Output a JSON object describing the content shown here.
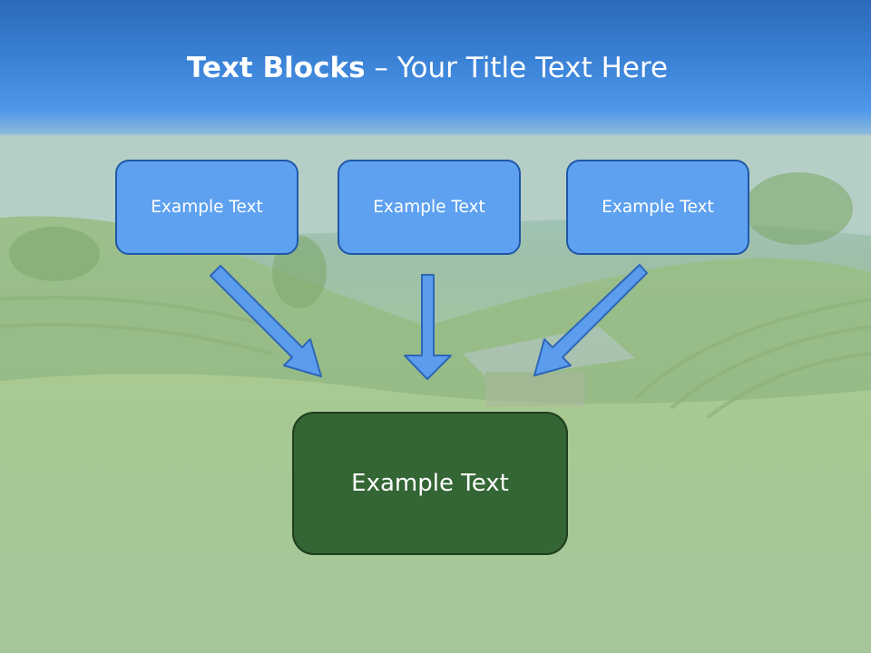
{
  "title": {
    "bold": "Text Blocks",
    "dash": "–",
    "rest": "Your Title Text Here"
  },
  "blocks": [
    {
      "label": "Example Text"
    },
    {
      "label": "Example Text"
    },
    {
      "label": "Example Text"
    }
  ],
  "target": {
    "label": "Example Text"
  },
  "colors": {
    "header": "#3a82d6",
    "block_fill": "#5ea1f0",
    "block_border": "#1f57a8",
    "arrow_fill": "#5b9cec",
    "arrow_border": "#2d66b8",
    "target_fill": "#346534",
    "target_border": "#1e3e1e"
  }
}
